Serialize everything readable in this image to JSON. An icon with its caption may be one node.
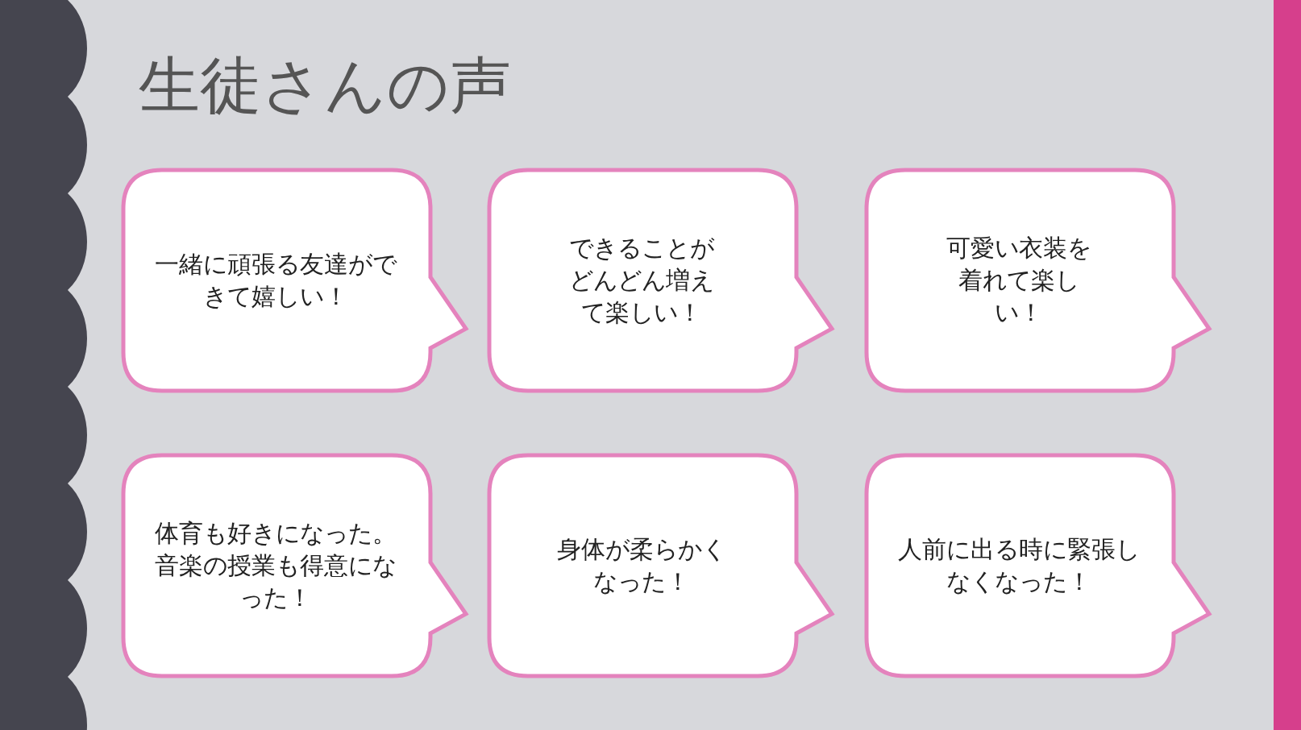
{
  "diagram": {
    "title": "生徒さんの声",
    "nodes": [
      {
        "text": [
          "一緒に頑張る友達ができて嬉しい！"
        ]
      },
      {
        "text": [
          "できることがどんどん増えて楽しい！"
        ]
      },
      {
        "text": [
          "可愛い衣装を着れて楽しい！"
        ]
      },
      {
        "text": [
          "体育も好きになった。音楽の授業も得意になった！"
        ]
      },
      {
        "text": [
          "身体が柔らかくなった！"
        ]
      },
      {
        "text": [
          "人前に出る時に緊張しなくなった！"
        ]
      }
    ]
  }
}
